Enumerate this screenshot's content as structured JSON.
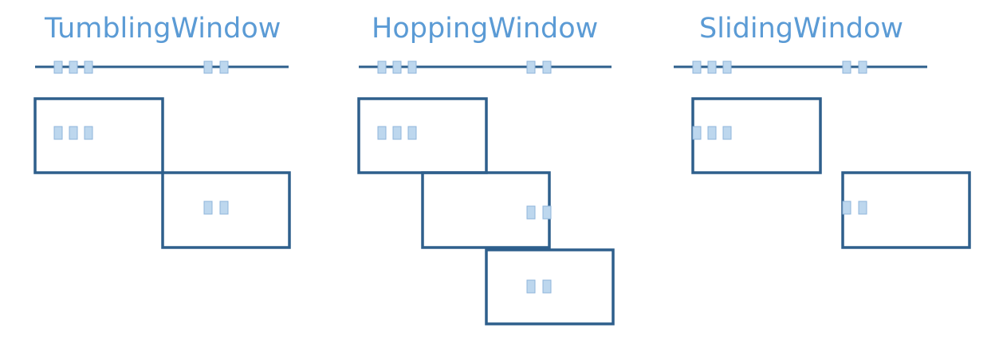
{
  "colors": {
    "title": "#5b9bd5",
    "line": "#2e5f8c",
    "event_fill": "#bdd7ee",
    "event_stroke": "#8fb4db"
  },
  "panels": [
    {
      "id": "tumbling",
      "title": "TumblingWindow"
    },
    {
      "id": "hopping",
      "title": "HoppingWindow"
    },
    {
      "id": "sliding",
      "title": "SlidingWindow"
    }
  ]
}
